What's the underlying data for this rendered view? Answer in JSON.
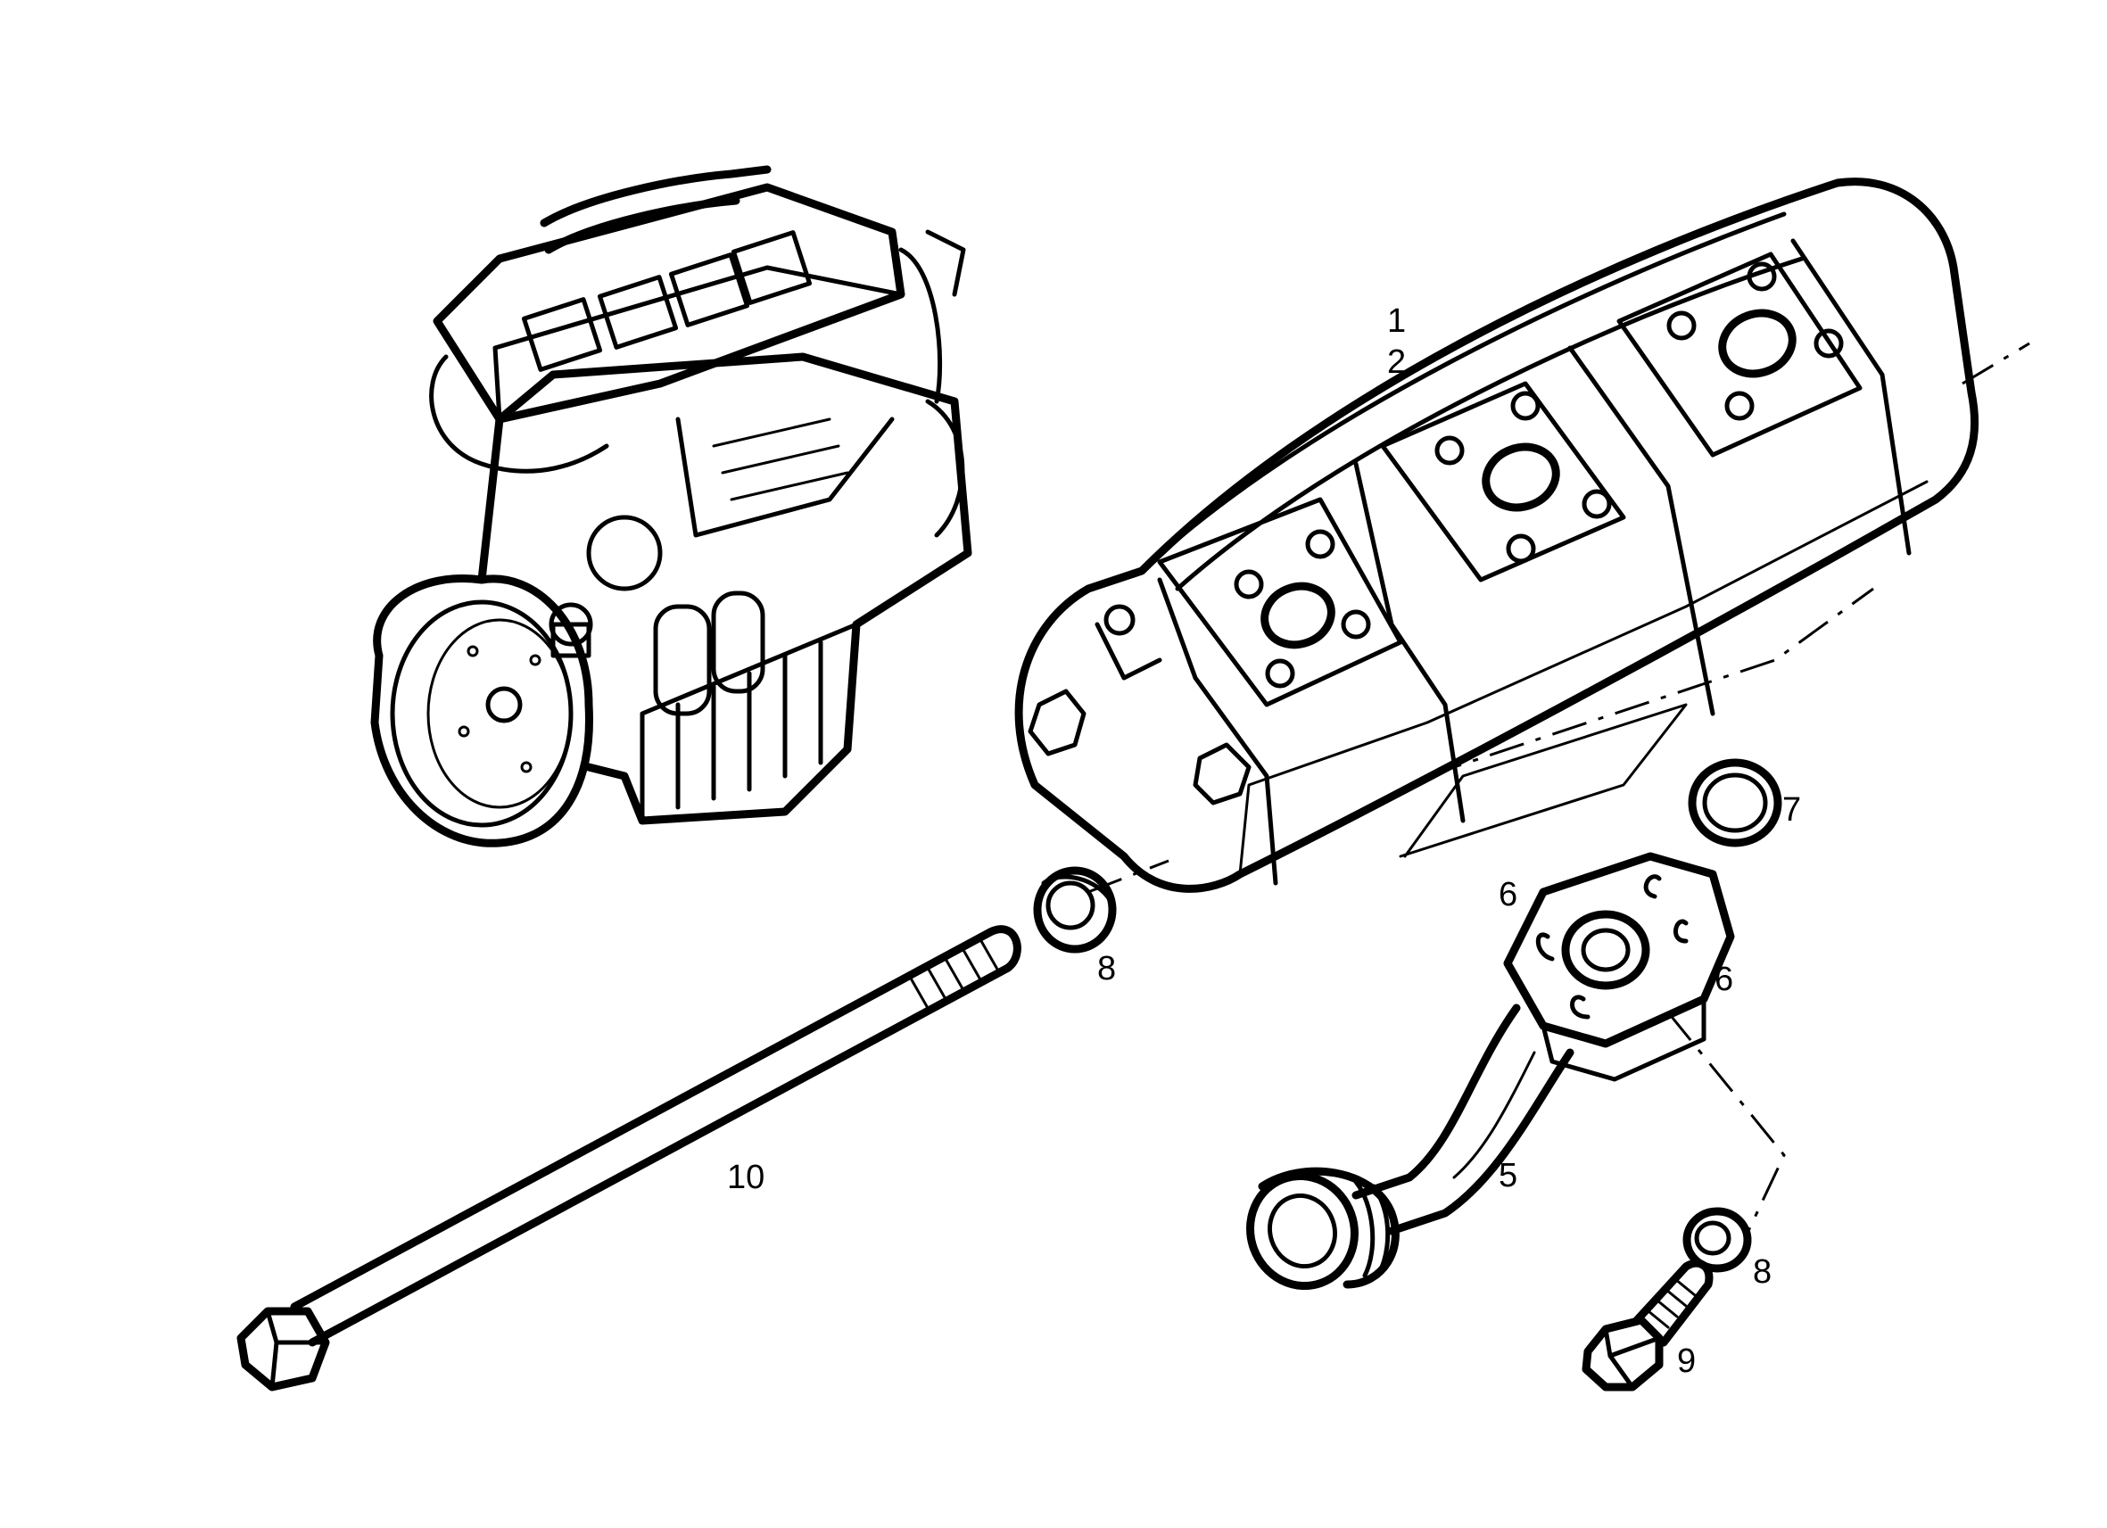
{
  "callouts": {
    "pump_1": "1",
    "pump_2": "2",
    "flange_tube_5": "5",
    "bolt_6_left": "6",
    "bolt_6_right": "6",
    "o_ring_7": "7",
    "seal_8_left": "8",
    "seal_8_right": "8",
    "screw_9": "9",
    "tie_rod_10": "10"
  }
}
